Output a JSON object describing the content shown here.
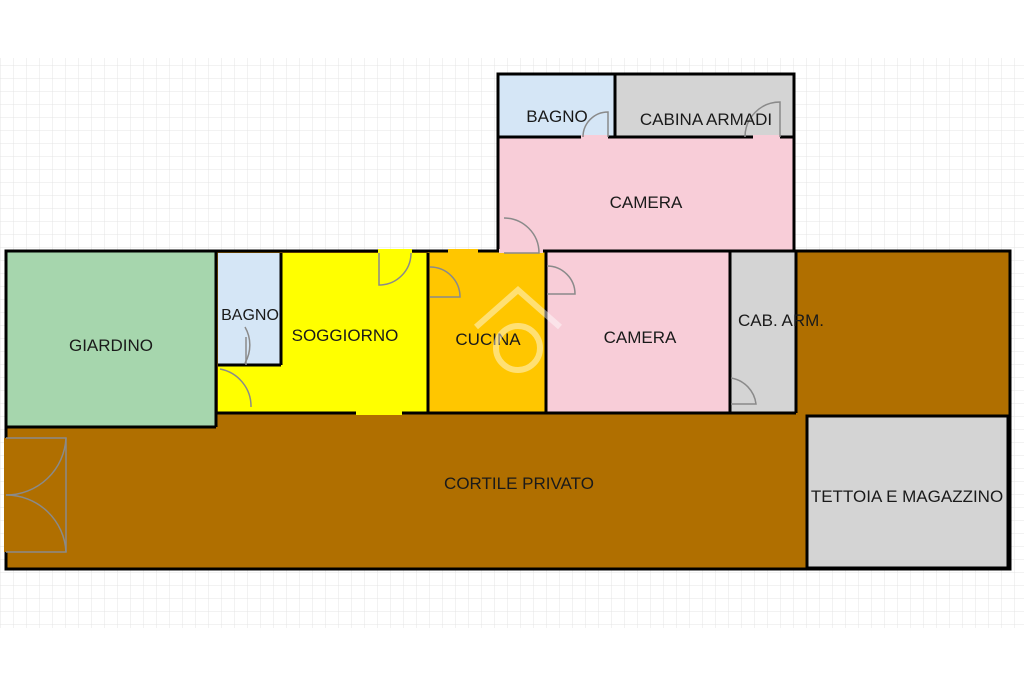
{
  "colors": {
    "grid": "#e4e4e4",
    "wall": "#000000",
    "courtyard": "#b06f00",
    "garden": "#a6d6ad",
    "bathroom": "#d5e6f6",
    "closet": "#d4d4d4",
    "bedroom": "#f8cdd8",
    "living": "#ffff00",
    "kitchen": "#ffc600",
    "shed": "#d4d4d4",
    "door": "#8a8a8a"
  },
  "rooms": {
    "bagno_top": "BAGNO",
    "cabina_armadi": "CABINA ARMADI",
    "camera_top": "CAMERA",
    "giardino": "GIARDINO",
    "bagno": "BAGNO",
    "soggiorno": "SOGGIORNO",
    "cucina": "CUCINA",
    "camera": "CAMERA",
    "cab_arm": "CAB. ARM.",
    "cortile": "CORTILE PRIVATO",
    "tettoia": "TETTOIA E MAGAZZINO"
  }
}
